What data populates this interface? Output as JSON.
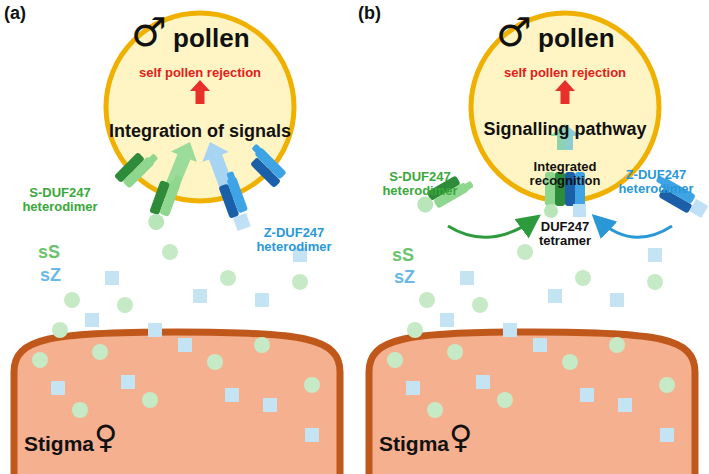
{
  "diagram": {
    "nodes": [
      {
        "text": [
          "♂",
          "pollen",
          "self pollen rejection",
          "Integration of signals"
        ]
      },
      {
        "text": [
          "Stigma",
          "♀"
        ]
      },
      {
        "text": [
          "♂",
          "pollen",
          "self pollen rejection",
          "Signalling pathway",
          "Integrated recognition"
        ]
      },
      {
        "text": [
          "Stigma",
          "♀"
        ]
      }
    ],
    "labels": [
      "(a)",
      "(b)",
      "S-DUF247 heterodimer",
      "Z-DUF247 heterodimer",
      "sS",
      "sZ",
      "S-DUF247 heterodimer",
      "DUF247 tetramer",
      "Z-DUF247 heterodimer",
      "sS",
      "sZ"
    ]
  }
}
